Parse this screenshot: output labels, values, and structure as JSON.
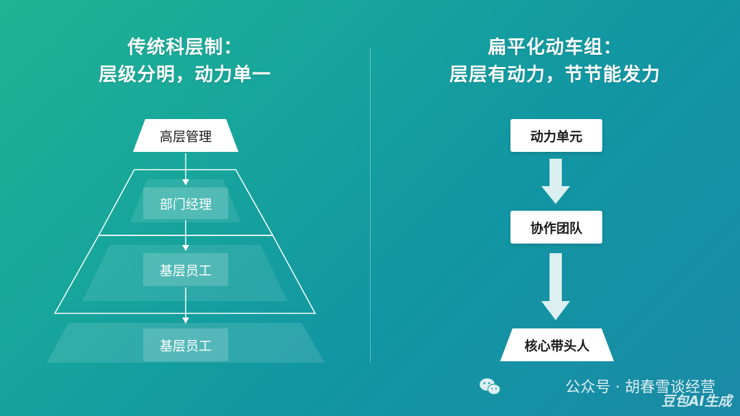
{
  "left": {
    "title_line1": "传统科层制：",
    "title_line2": "层级分明，动力单一",
    "nodes": [
      "高层管理",
      "部门经理",
      "基层员工",
      "基层员工"
    ]
  },
  "right": {
    "title_line1": "扁平化动车组：",
    "title_line2": "层层有动力，节节能发力",
    "nodes": [
      "动力单元",
      "协作团队",
      "核心带头人"
    ]
  },
  "watermark": {
    "text": "公众号 · 胡春雪谈经营",
    "icon": "wechat-icon",
    "ai_mark": "豆包AI生成"
  },
  "colors": {
    "bg_start": "#1fb394",
    "bg_end": "#1a8aa6",
    "node_fill": "#ffffff"
  }
}
